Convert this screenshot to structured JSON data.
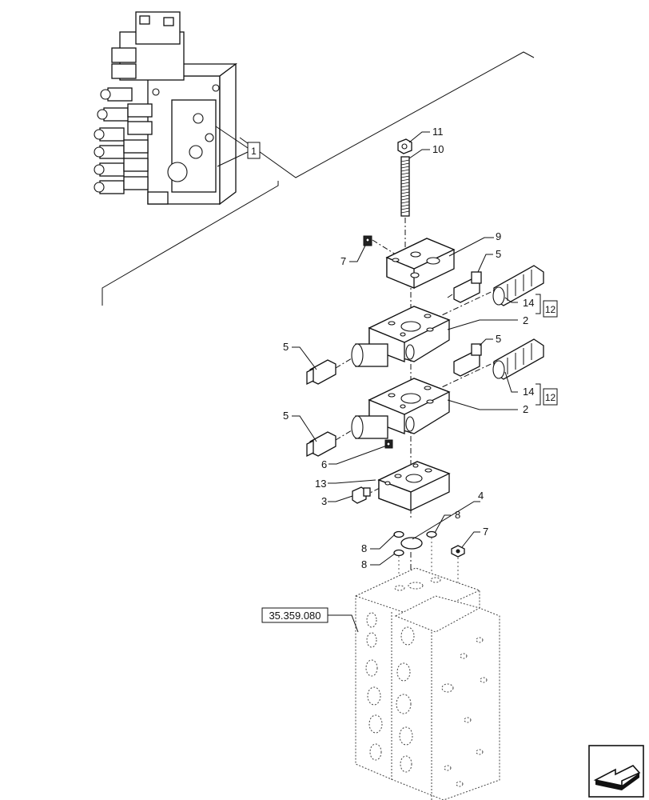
{
  "diagram": {
    "callouts": {
      "c1": "1",
      "c2a": "2",
      "c2b": "2",
      "c3": "3",
      "c4": "4",
      "c5a": "5",
      "c5b": "5",
      "c5c": "5",
      "c5d": "5",
      "c6": "6",
      "c7a": "7",
      "c7b": "7",
      "c8a": "8",
      "c8b": "8",
      "c8c": "8",
      "c9": "9",
      "c10": "10",
      "c11": "11",
      "c12a": "12",
      "c12b": "12",
      "c13": "13",
      "c14a": "14",
      "c14b": "14"
    },
    "reference": "35.359.080"
  },
  "icons": {
    "navigation": "next-page-arrow-icon"
  }
}
